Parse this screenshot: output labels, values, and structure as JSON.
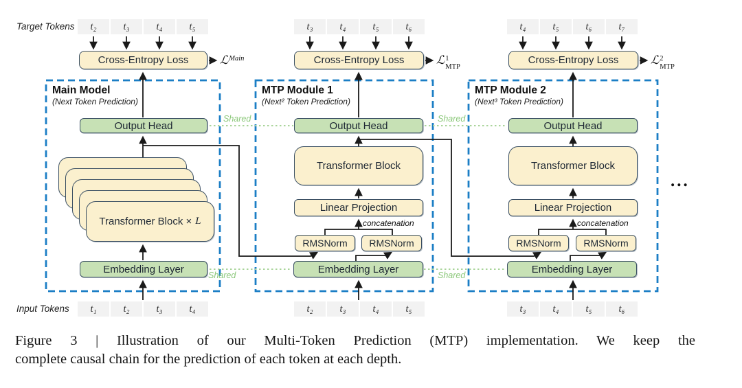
{
  "figure": {
    "caption_line1": "Figure 3 | Illustration of our Multi-Token Prediction (MTP) implementation. We keep the",
    "caption_line2": "complete causal chain for the prediction of each token at each depth.",
    "ellipsis": "..."
  },
  "side_labels": {
    "target_tokens": "Target Tokens",
    "input_tokens": "Input Tokens"
  },
  "shared_label": "Shared",
  "colors": {
    "box_yellow": "#FBF0CE",
    "box_green": "#C7E1B5",
    "token_gray": "#F2F2F2",
    "border_dark": "#3A4F63",
    "dashed_blue": "#1B7EC5",
    "shared_green": "#8CC87B",
    "dotted_green": "#A9D49A",
    "line_black": "#1A1A1A"
  },
  "columns": [
    {
      "title": "Main Model",
      "subtitle": "(Next Token Prediction)",
      "target_tokens": [
        "t₂",
        "t₃",
        "t₄",
        "t₅"
      ],
      "input_tokens": [
        "t₁",
        "t₂",
        "t₃",
        "t₄"
      ],
      "loss": {
        "base": "ℒ",
        "sup": "",
        "sub": "Main"
      },
      "cross_entropy": "Cross-Entropy Loss",
      "output_head": "Output Head",
      "transformer_label": "Transformer Block ×",
      "transformer_var": "L",
      "embedding": "Embedding Layer"
    },
    {
      "title": "MTP Module 1",
      "subtitle": "(Next² Token Prediction)",
      "target_tokens": [
        "t₃",
        "t₄",
        "t₅",
        "t₆"
      ],
      "input_tokens": [
        "t₂",
        "t₃",
        "t₄",
        "t₅"
      ],
      "loss": {
        "base": "ℒ",
        "sup": "1",
        "sub": "MTP"
      },
      "cross_entropy": "Cross-Entropy Loss",
      "output_head": "Output Head",
      "transformer": "Transformer Block",
      "linear_projection": "Linear Projection",
      "rmsnorm_left": "RMSNorm",
      "rmsnorm_right": "RMSNorm",
      "embedding": "Embedding Layer",
      "concat": "concatenation"
    },
    {
      "title": "MTP Module 2",
      "subtitle": "(Next³ Token Prediction)",
      "target_tokens": [
        "t₄",
        "t₅",
        "t₆",
        "t₇"
      ],
      "input_tokens": [
        "t₃",
        "t₄",
        "t₅",
        "t₆"
      ],
      "loss": {
        "base": "ℒ",
        "sup": "2",
        "sub": "MTP"
      },
      "cross_entropy": "Cross-Entropy Loss",
      "output_head": "Output Head",
      "transformer": "Transformer Block",
      "linear_projection": "Linear Projection",
      "rmsnorm_left": "RMSNorm",
      "rmsnorm_right": "RMSNorm",
      "embedding": "Embedding Layer",
      "concat": "concatenation"
    }
  ]
}
